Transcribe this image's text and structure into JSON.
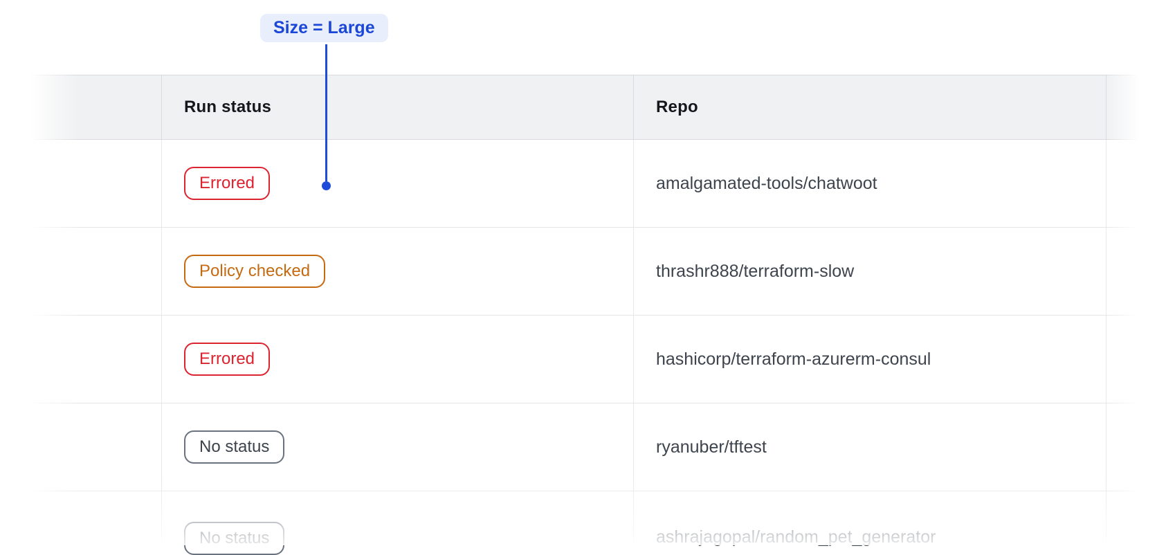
{
  "annotation": {
    "label": "Size = Large",
    "accent_color": "#1e4cda",
    "pill_background": "#e8eefb"
  },
  "table": {
    "columns": [
      {
        "label": ""
      },
      {
        "label": "Run status"
      },
      {
        "label": "Repo"
      },
      {
        "label": ""
      }
    ],
    "rows": [
      {
        "status": "Errored",
        "repo": "amalgamated-tools/chatwoot"
      },
      {
        "status": "Policy checked",
        "repo": "thrashr888/terraform-slow"
      },
      {
        "status": "Errored",
        "repo": "hashicorp/terraform-azurerm-consul"
      },
      {
        "status": "No status",
        "repo": "ryanuber/tftest"
      },
      {
        "status": "No status",
        "repo": "ashrajagopal/random_pet_generator"
      }
    ],
    "status_colors": {
      "errored": "#dc2330",
      "policy_checked": "#c56a11",
      "no_status_border": "#6a7280",
      "text": "#3d444d"
    },
    "header_background": "#f0f1f3"
  }
}
